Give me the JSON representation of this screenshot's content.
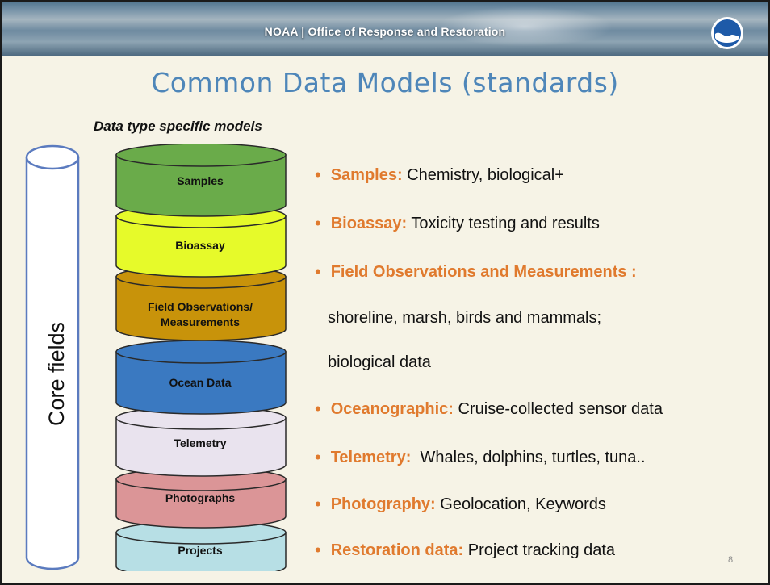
{
  "header": {
    "title": "NOAA | Office of Response and Restoration",
    "logo": "noaa-logo"
  },
  "title": "Common Data Models (standards)",
  "subtitle": "Data type specific models",
  "core": {
    "label": "Core fields"
  },
  "stack": [
    {
      "label": "Samples",
      "color": "#6aab4a"
    },
    {
      "label": "Bioassay",
      "color": "#e6fa2a"
    },
    {
      "label": "Field Observations/",
      "label2": "Measurements",
      "color": "#c8930a"
    },
    {
      "label": "Ocean Data",
      "color": "#3a79c1"
    },
    {
      "label": "Telemetry",
      "color": "#e9e3ee"
    },
    {
      "label": "Photographs",
      "color": "#db9597"
    },
    {
      "label": "Projects",
      "color": "#b7dfe5"
    }
  ],
  "bullets": [
    {
      "key": "Samples:",
      "text": " Chemistry, biological+"
    },
    {
      "key": "Bioassay:",
      "text": " Toxicity testing and results"
    },
    {
      "key": "Field Observations and Measurements :",
      "text": ""
    },
    {
      "key": "Oceanographic:",
      "text": " Cruise-collected sensor data"
    },
    {
      "key": "Telemetry:",
      "text": "  Whales, dolphins, turtles, tuna.."
    },
    {
      "key": "Photography:",
      "text": " Geolocation, Keywords"
    },
    {
      "key": "Restoration data:",
      "text": " Project tracking data"
    }
  ],
  "bullet_continuation": [
    "shoreline, marsh, birds and mammals;",
    "biological data"
  ],
  "page_number": "8",
  "colors": {
    "accent": "#e07a2e",
    "title": "#4e86b9"
  }
}
